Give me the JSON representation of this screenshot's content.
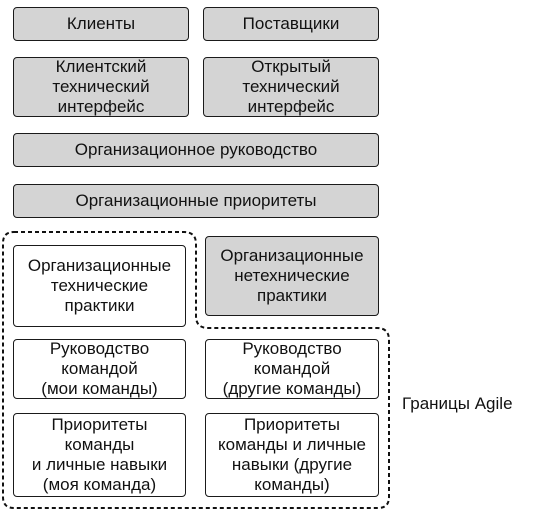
{
  "boxes": {
    "clients": "Клиенты",
    "suppliers": "Поставщики",
    "client_interface": "Клиентский\nтехнический\nинтерфейс",
    "open_interface": "Открытый\nтехнический\nинтерфейс",
    "org_management": "Организационное руководство",
    "org_priorities": "Организационные приоритеты",
    "org_tech_practices": "Организационные\nтехнические\nпрактики",
    "org_nontech_practices": "Организационные\nнетехнические\nпрактики",
    "team_management_mine": "Руководство\nкомандой\n(мои команды)",
    "team_management_other": "Руководство\nкомандой\n(другие команды)",
    "team_priorities_mine": "Приоритеты\nкоманды\nи личные навыки\n(моя команда)",
    "team_priorities_other": "Приоритеты\nкоманды и личные\nнавыки (другие\nкоманды)"
  },
  "boundary_label": "Границы Agile",
  "colors": {
    "box_fill": "#d4d4d4",
    "border": "#1a1a1a",
    "background": "#ffffff"
  }
}
